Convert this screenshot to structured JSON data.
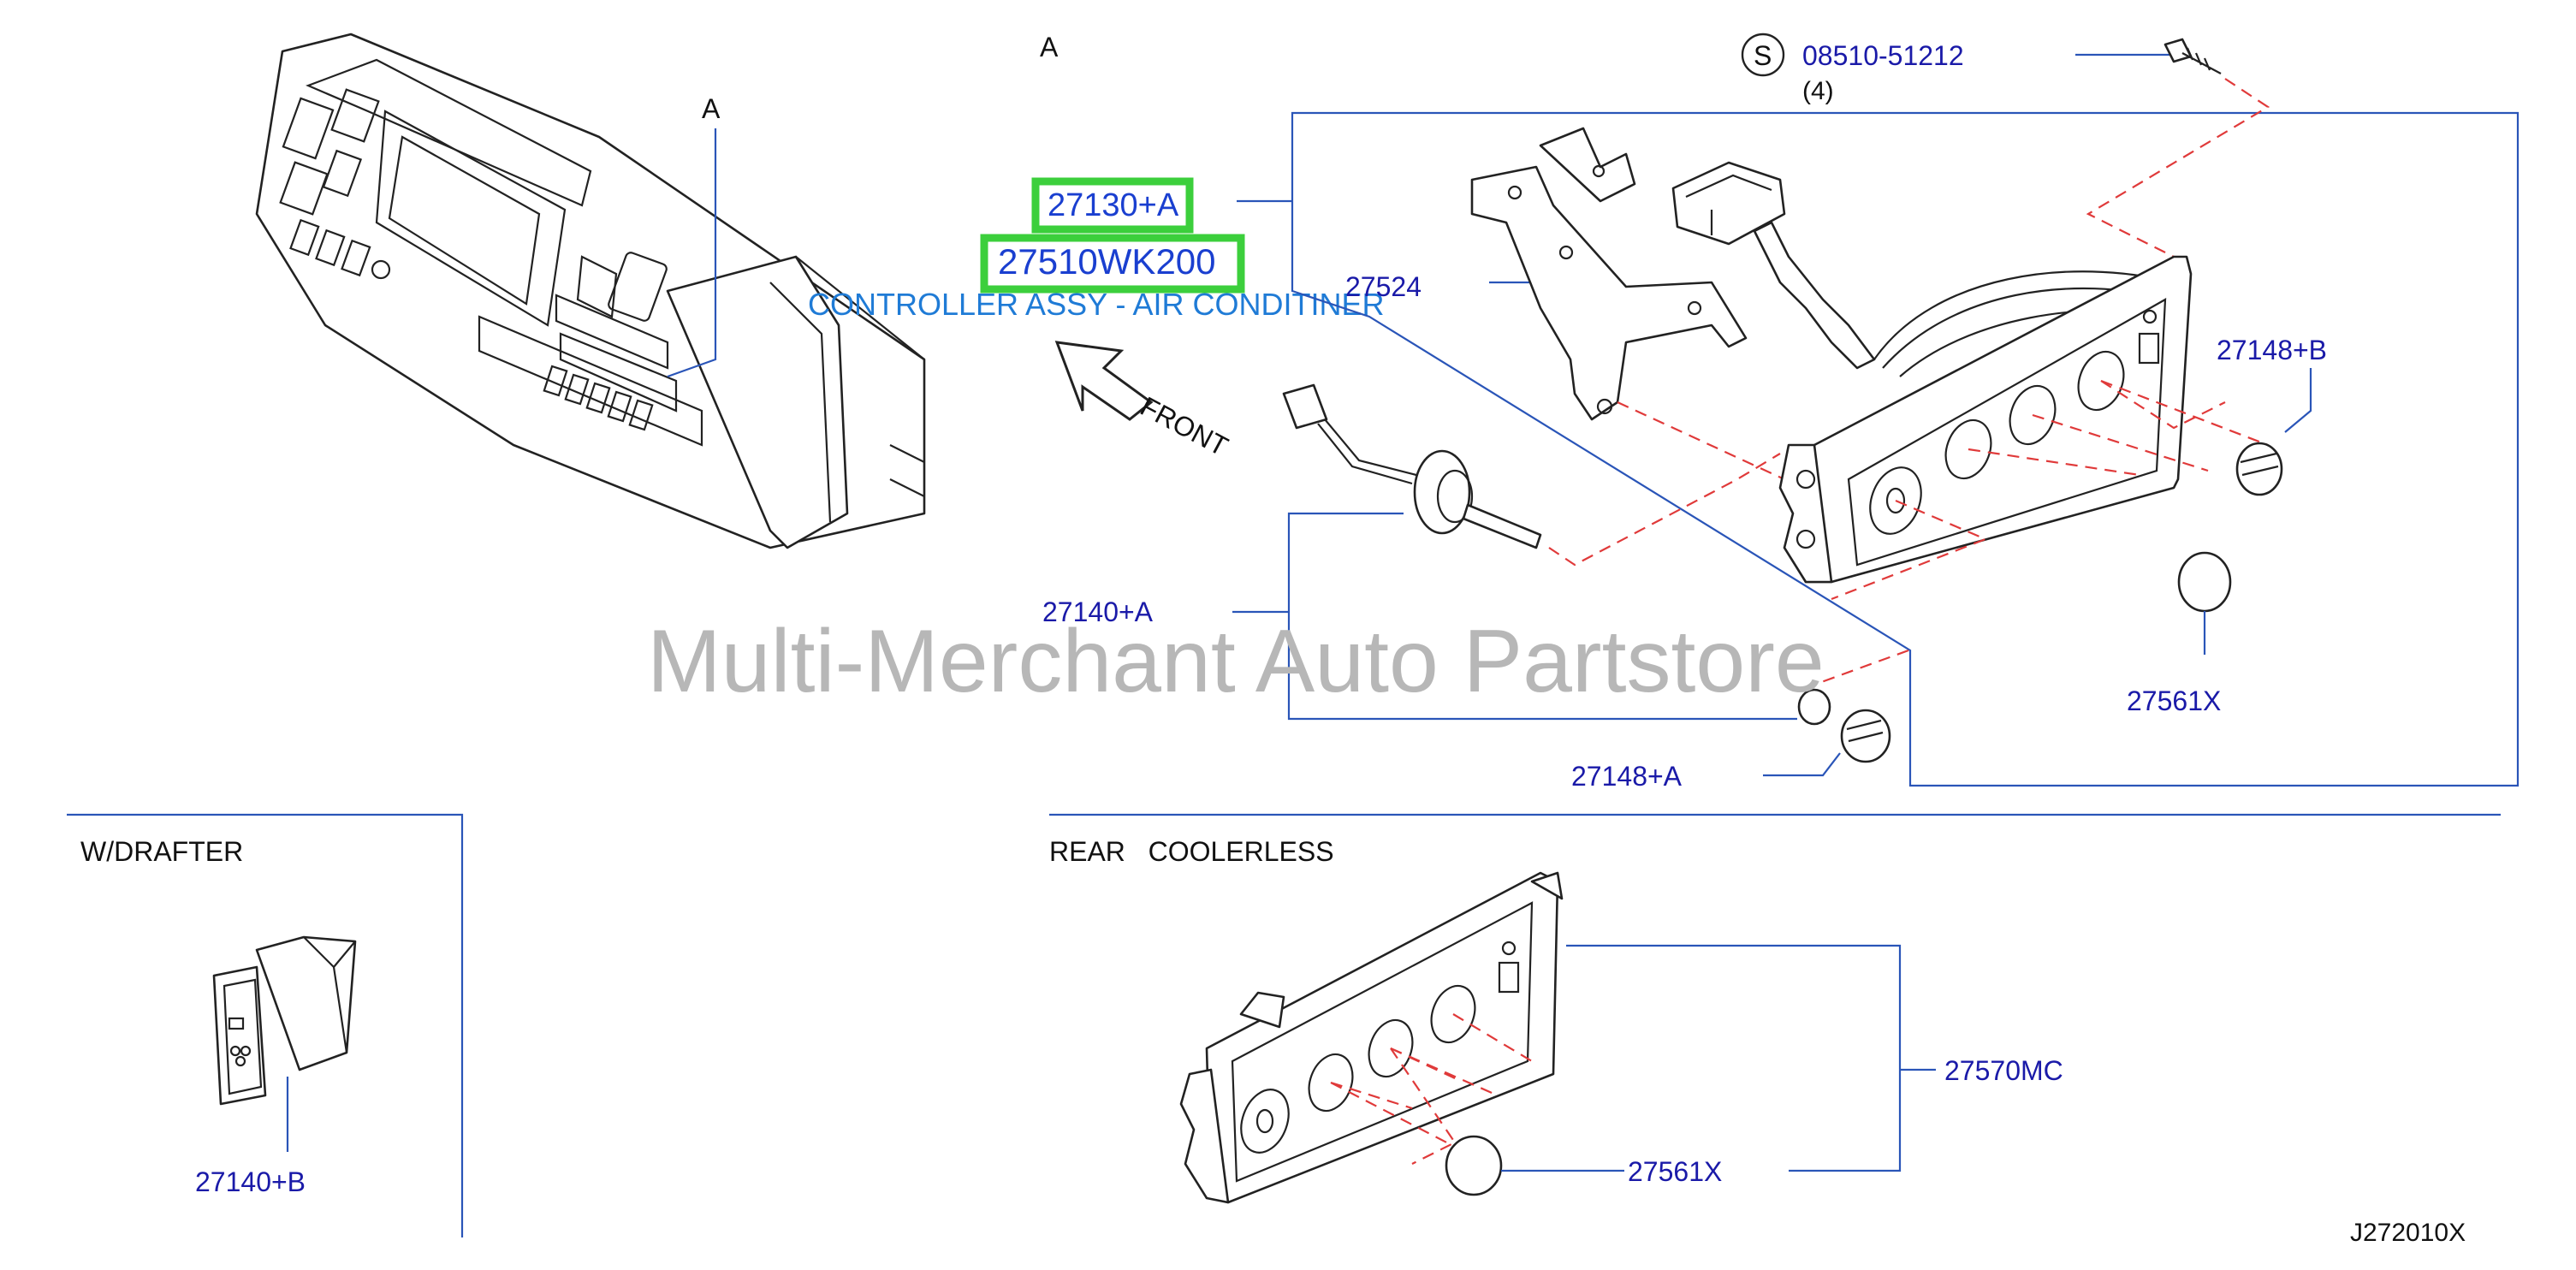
{
  "diagram": {
    "view_label_a": "A",
    "dash_callout_a": "A",
    "screw": {
      "symbol": "S",
      "part_no": "08510-51212",
      "qty": "(4)"
    },
    "highlighted": {
      "assy_no": "27130+A",
      "part_no": "27510WK200",
      "description": "CONTROLLER ASSY - AIR CONDITINER"
    },
    "front_label": "FRONT",
    "parts": {
      "bracket": "27524",
      "knob_right": "27148+B",
      "cable_control": "27140+A",
      "button_cap": "27561X",
      "knob_lower": "27148+A"
    },
    "sections": {
      "w_drafter": {
        "title": "W/DRAFTER",
        "part": "27140+B"
      },
      "rear_coolerless": {
        "title": "REAR   COOLERLESS",
        "panel_part": "27570MC",
        "cap_part": "27561X"
      }
    },
    "watermark": "Multi-Merchant Auto Partstore",
    "diagram_code": "J272010X"
  }
}
